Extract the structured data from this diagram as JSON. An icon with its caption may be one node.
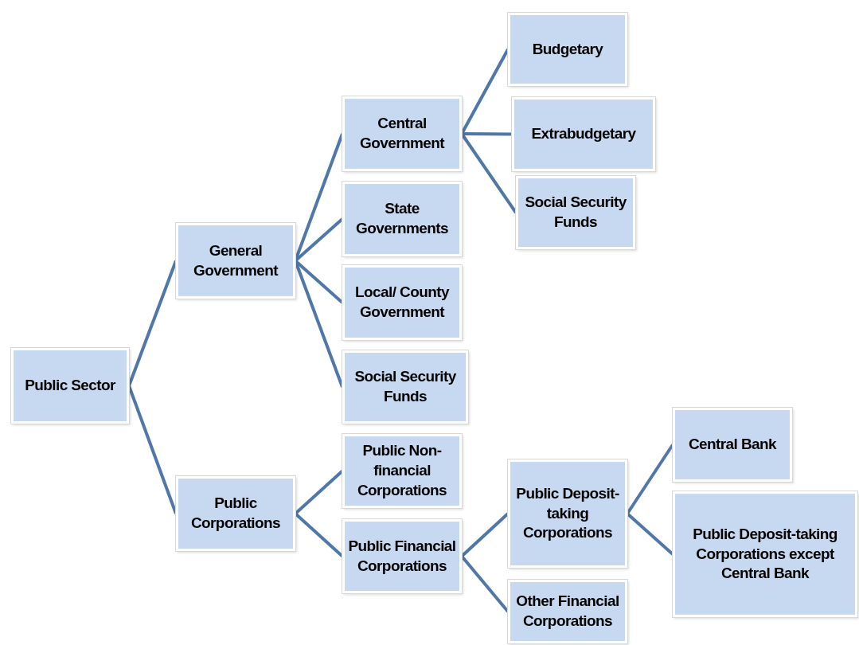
{
  "diagram": {
    "nodes": [
      {
        "text": [
          "Public Sector"
        ]
      },
      {
        "text": [
          "General Government"
        ]
      },
      {
        "text": [
          "Public Corporations"
        ]
      },
      {
        "text": [
          "Central Government"
        ]
      },
      {
        "text": [
          "State Governments"
        ]
      },
      {
        "text": [
          "Local/ County Government"
        ]
      },
      {
        "text": [
          "Social Security Funds"
        ]
      },
      {
        "text": [
          "Public Non-financial Corporations"
        ]
      },
      {
        "text": [
          "Public Financial Corporations"
        ]
      },
      {
        "text": [
          "Budgetary"
        ]
      },
      {
        "text": [
          "Extrabudgetary"
        ]
      },
      {
        "text": [
          "Social Security Funds"
        ]
      },
      {
        "text": [
          "Public Deposit-taking Corporations"
        ]
      },
      {
        "text": [
          "Other Financial Corporations"
        ]
      },
      {
        "text": [
          "Central Bank"
        ]
      },
      {
        "text": [
          "Public Deposit-taking Corporations except Central Bank"
        ]
      }
    ],
    "edges": [
      {
        "from": 0,
        "to": 1,
        "arrow": "none"
      },
      {
        "from": 0,
        "to": 2,
        "arrow": "none"
      },
      {
        "from": 1,
        "to": 3,
        "arrow": "none"
      },
      {
        "from": 1,
        "to": 4,
        "arrow": "none"
      },
      {
        "from": 1,
        "to": 5,
        "arrow": "none"
      },
      {
        "from": 1,
        "to": 6,
        "arrow": "none"
      },
      {
        "from": 2,
        "to": 7,
        "arrow": "none"
      },
      {
        "from": 2,
        "to": 8,
        "arrow": "none"
      },
      {
        "from": 3,
        "to": 9,
        "arrow": "none"
      },
      {
        "from": 3,
        "to": 10,
        "arrow": "none"
      },
      {
        "from": 3,
        "to": 11,
        "arrow": "none"
      },
      {
        "from": 8,
        "to": 12,
        "arrow": "none"
      },
      {
        "from": 8,
        "to": 13,
        "arrow": "none"
      },
      {
        "from": 12,
        "to": 14,
        "arrow": "none"
      },
      {
        "from": 12,
        "to": 15,
        "arrow": "none"
      }
    ]
  }
}
